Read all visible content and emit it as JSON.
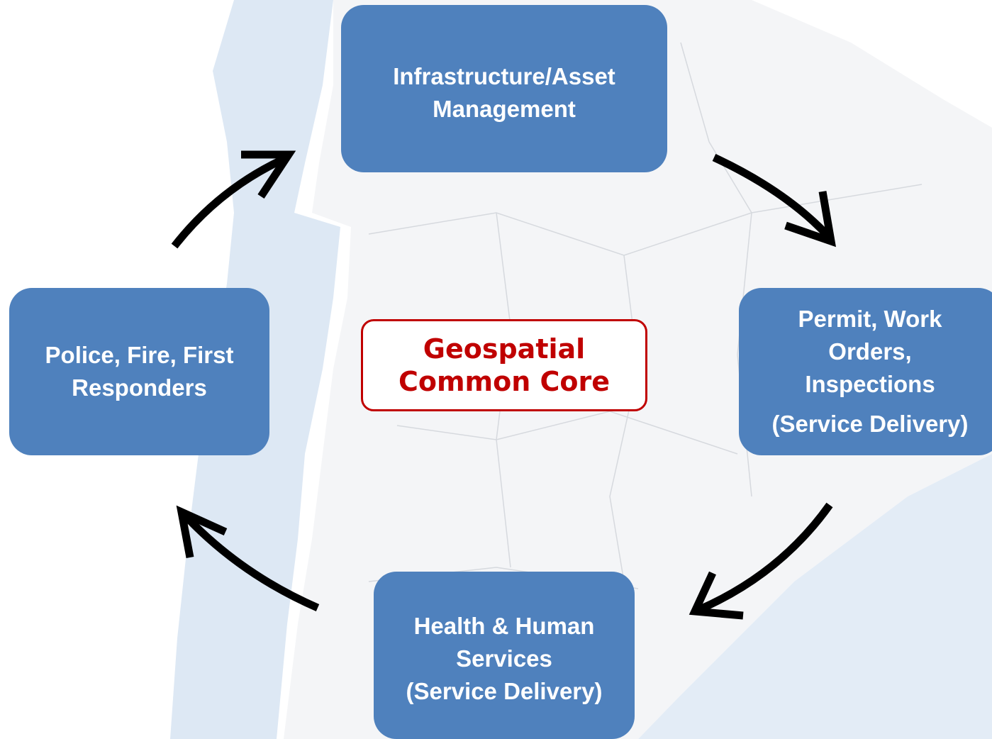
{
  "diagram": {
    "center": {
      "line1": "Geospatial",
      "line2": "Common Core"
    },
    "nodes": {
      "infrastructure": {
        "lines": [
          "Infrastructure/Asset",
          "Management"
        ]
      },
      "permit": {
        "lines": [
          "Permit, Work",
          "Orders,",
          "Inspections",
          "(Service Delivery)"
        ]
      },
      "health": {
        "lines": [
          "Health & Human",
          "Services",
          "(Service Delivery)"
        ]
      },
      "police": {
        "lines": [
          "Police, Fire, First",
          "Responders"
        ]
      }
    },
    "flow": [
      "infrastructure",
      "permit",
      "health",
      "police",
      "infrastructure"
    ]
  },
  "colors": {
    "box_fill": "#4f81bd",
    "box_text": "#ffffff",
    "core_border": "#c00000",
    "core_text": "#c00000",
    "arrow": "#000000",
    "map_land": "#f1f4f8",
    "map_water": "#dce8f5"
  }
}
